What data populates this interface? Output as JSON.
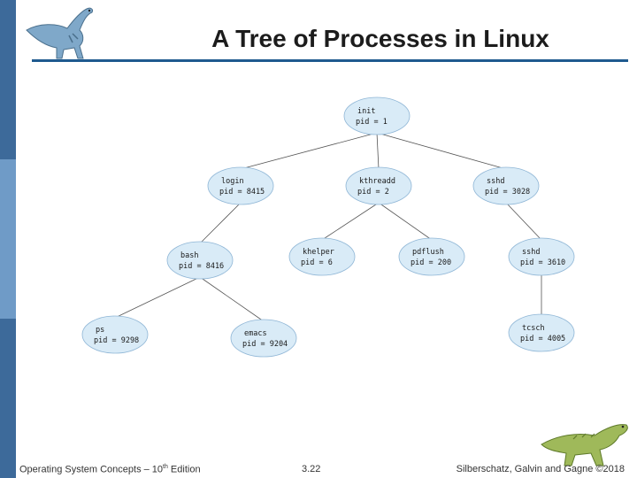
{
  "title": "A Tree of Processes in Linux",
  "nodes": [
    {
      "name": "init",
      "pid": "pid = 1"
    },
    {
      "name": "login",
      "pid": "pid = 8415"
    },
    {
      "name": "kthreadd",
      "pid": "pid = 2"
    },
    {
      "name": "sshd",
      "pid": "pid = 3028"
    },
    {
      "name": "bash",
      "pid": "pid = 8416"
    },
    {
      "name": "khelper",
      "pid": "pid = 6"
    },
    {
      "name": "pdflush",
      "pid": "pid = 200"
    },
    {
      "name": "sshd",
      "pid": "pid = 3610"
    },
    {
      "name": "ps",
      "pid": "pid = 9298"
    },
    {
      "name": "emacs",
      "pid": "pid = 9204"
    },
    {
      "name": "tcsch",
      "pid": "pid = 4005"
    }
  ],
  "edges": [
    [
      0,
      1
    ],
    [
      0,
      2
    ],
    [
      0,
      3
    ],
    [
      1,
      4
    ],
    [
      2,
      5
    ],
    [
      2,
      6
    ],
    [
      3,
      7
    ],
    [
      4,
      8
    ],
    [
      4,
      9
    ],
    [
      7,
      10
    ]
  ],
  "footer": {
    "left_prefix": "Operating System Concepts – 10",
    "left_sup": "th",
    "left_suffix": " Edition",
    "page": "3.22",
    "right": "Silberschatz, Galvin and Gagne ©2018"
  },
  "colors": {
    "node_fill": "#d9ebf7",
    "node_stroke": "#8fb6d6",
    "edge": "#555555",
    "accent": "#3d6a9a"
  }
}
